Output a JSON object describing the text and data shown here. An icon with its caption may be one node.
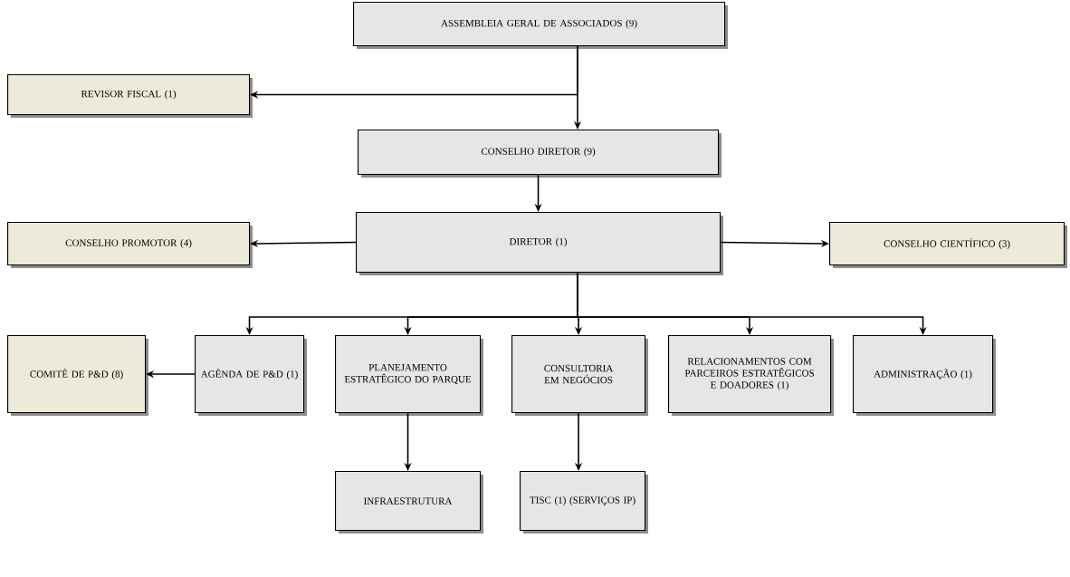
{
  "diagram": {
    "nodes": [
      {
        "text": [
          "ASSEMBLEIA GERAL DE ASSOCIADOS (9)"
        ]
      },
      {
        "text": [
          "REVISOR FISCAL (1)"
        ]
      },
      {
        "text": [
          "CONSELHO DIRETOR (9)"
        ]
      },
      {
        "text": [
          "DIRETOR (1)"
        ]
      },
      {
        "text": [
          "CONSELHO PROMOTOR (4)"
        ]
      },
      {
        "text": [
          "CONSELHO CIENTÍFICO (3)"
        ]
      },
      {
        "text": [
          "COMITÊ DE P&D (8)"
        ]
      },
      {
        "text": [
          "AGÊNDA DE P&D (1)"
        ]
      },
      {
        "text": [
          "PLANEJAMENTO ESTRATÊGICO DO PARQUE"
        ]
      },
      {
        "text": [
          "CONSULTORIA EM NEGÓCIOS"
        ]
      },
      {
        "text": [
          "RELACIONAMENTOS COM PARCEIROS ESTRATÊGICOS E DOADORES (1)"
        ]
      },
      {
        "text": [
          "ADMINISTRAÇÃO (1)"
        ]
      },
      {
        "text": [
          "INFRAESTRUTURA"
        ]
      },
      {
        "text": [
          "TISC (1) (SERVIÇOS IP)"
        ]
      }
    ],
    "edges": [
      {
        "from": 0,
        "to": 1,
        "arrow": "to"
      },
      {
        "from": 0,
        "to": 2,
        "arrow": "to"
      },
      {
        "from": 2,
        "to": 3,
        "arrow": "to"
      },
      {
        "from": 3,
        "to": 4,
        "arrow": "to"
      },
      {
        "from": 3,
        "to": 5,
        "arrow": "to"
      },
      {
        "from": 3,
        "to": 7,
        "arrow": "to"
      },
      {
        "from": 3,
        "to": 8,
        "arrow": "to"
      },
      {
        "from": 3,
        "to": 9,
        "arrow": "to"
      },
      {
        "from": 3,
        "to": 10,
        "arrow": "to"
      },
      {
        "from": 3,
        "to": 11,
        "arrow": "to"
      },
      {
        "from": 7,
        "to": 6,
        "arrow": "to"
      },
      {
        "from": 8,
        "to": 12,
        "arrow": "to"
      },
      {
        "from": 9,
        "to": 13,
        "arrow": "to"
      }
    ]
  }
}
